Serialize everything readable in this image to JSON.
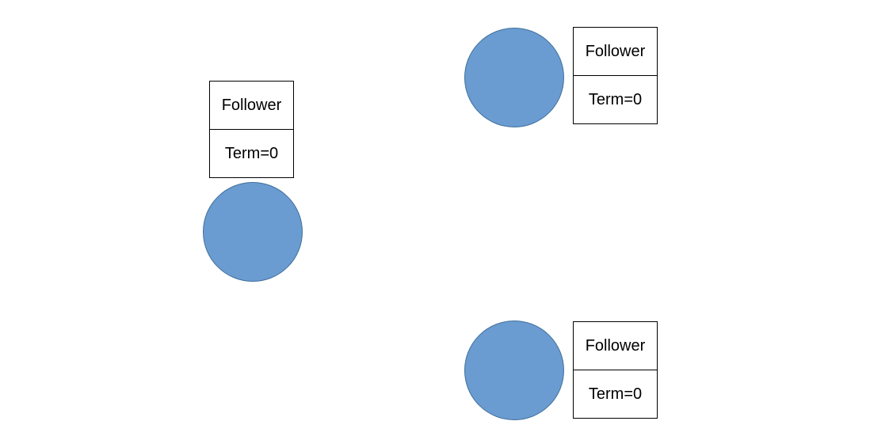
{
  "colors": {
    "node_fill": "#6a9bd1",
    "node_border": "#41719c",
    "box_border": "#000000"
  },
  "servers": [
    {
      "role": "Follower",
      "term": "Term=0"
    },
    {
      "role": "Follower",
      "term": "Term=0"
    },
    {
      "role": "Follower",
      "term": "Term=0"
    }
  ]
}
